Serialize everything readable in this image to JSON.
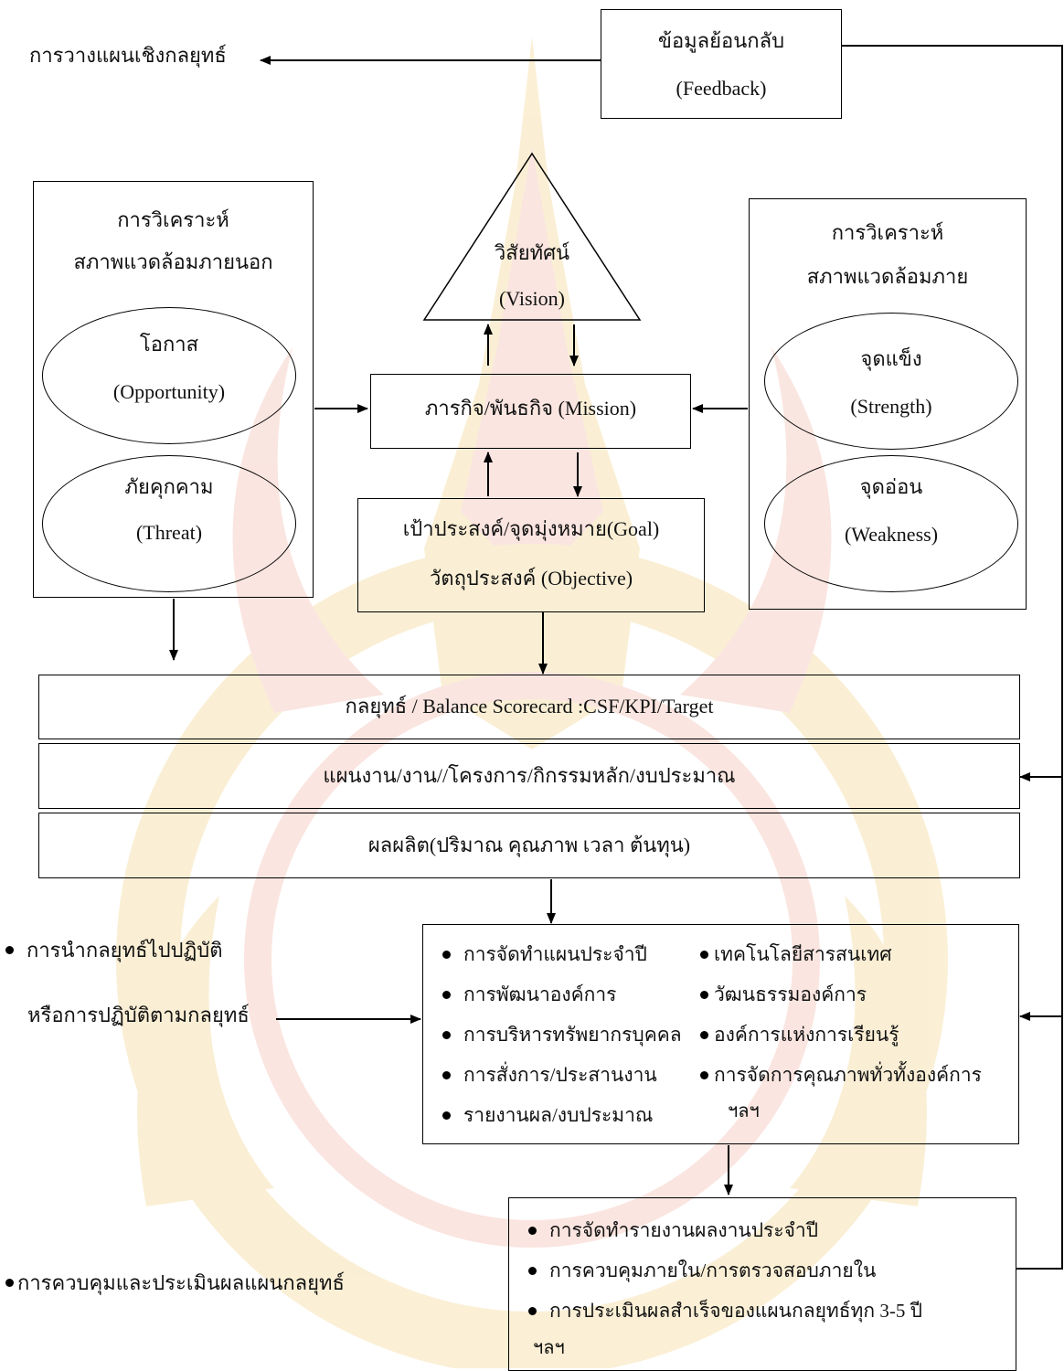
{
  "feedback": {
    "line1": "ข้อมูลย้อนกลับ",
    "line2": "(Feedback)"
  },
  "strategic_planning": "การวางแผนเชิงกลยุทธ์",
  "external": {
    "title1": "การวิเคราะห์",
    "title2": "สภาพแวดล้อมภายนอก",
    "opportunity": {
      "th": "โอกาส",
      "en": "(Opportunity)"
    },
    "threat": {
      "th": "ภัยคุกคาม",
      "en": "(Threat)"
    }
  },
  "internal": {
    "title1": "การวิเคราะห์",
    "title2": "สภาพแวดล้อมภาย",
    "strength": {
      "th": "จุดแข็ง",
      "en": "(Strength)"
    },
    "weakness": {
      "th": "จุดอ่อน",
      "en": "(Weakness)"
    }
  },
  "vision": {
    "th": "วิสัยทัศน์",
    "en": "(Vision)"
  },
  "mission": "ภารกิจ/พันธกิจ (Mission)",
  "goal": {
    "line1": "เป้าประสงค์/จุดมุ่งหมาย(Goal)",
    "line2": "วัตถุประสงค์ (Objective)"
  },
  "strategy": "กลยุทธ์ / Balance Scorecard :CSF/KPI/Target",
  "plan": "แผนงาน/งาน//โครงการ/กิกรรมหลัก/งบประมาณ",
  "output": "ผลผลิต(ปริมาณ คุณภาพ เวลา ต้นทุน)",
  "implementation": {
    "label1": "การนำกลยุทธ์ไปปฏิบัติ",
    "label2": "หรือการปฏิบัติตามกลยุทธ์",
    "left_items": [
      "การจัดทำแผนประจำปี",
      "การพัฒนาองค์การ",
      "การบริหารทรัพยากรบุคคล",
      "การสั่งการ/ประสานงาน",
      "รายงานผล/งบประมาณ"
    ],
    "right_items": [
      "เทคโนโลยีสารสนเทศ",
      "วัฒนธรรมองค์การ",
      "องค์การแห่งการเรียนรู้",
      "การจัดการคุณภาพทั่วทั้งองค์การ"
    ],
    "etc": "ฯลฯ"
  },
  "control": {
    "label": "การควบคุมและประเมินผลแผนกลยุทธ์",
    "items": [
      "การจัดทำรายงานผลงานประจำปี",
      "การควบคุมภายใน/การตรวจสอบภายใน",
      "การประเมินผลสำเร็จของแผนกลยุทธ์ทุก 3-5 ปี"
    ],
    "etc": "ฯลฯ"
  },
  "colors": {
    "line": "#000000",
    "watermark_gold": "#f3d48a",
    "watermark_red": "#f2b6a8"
  }
}
